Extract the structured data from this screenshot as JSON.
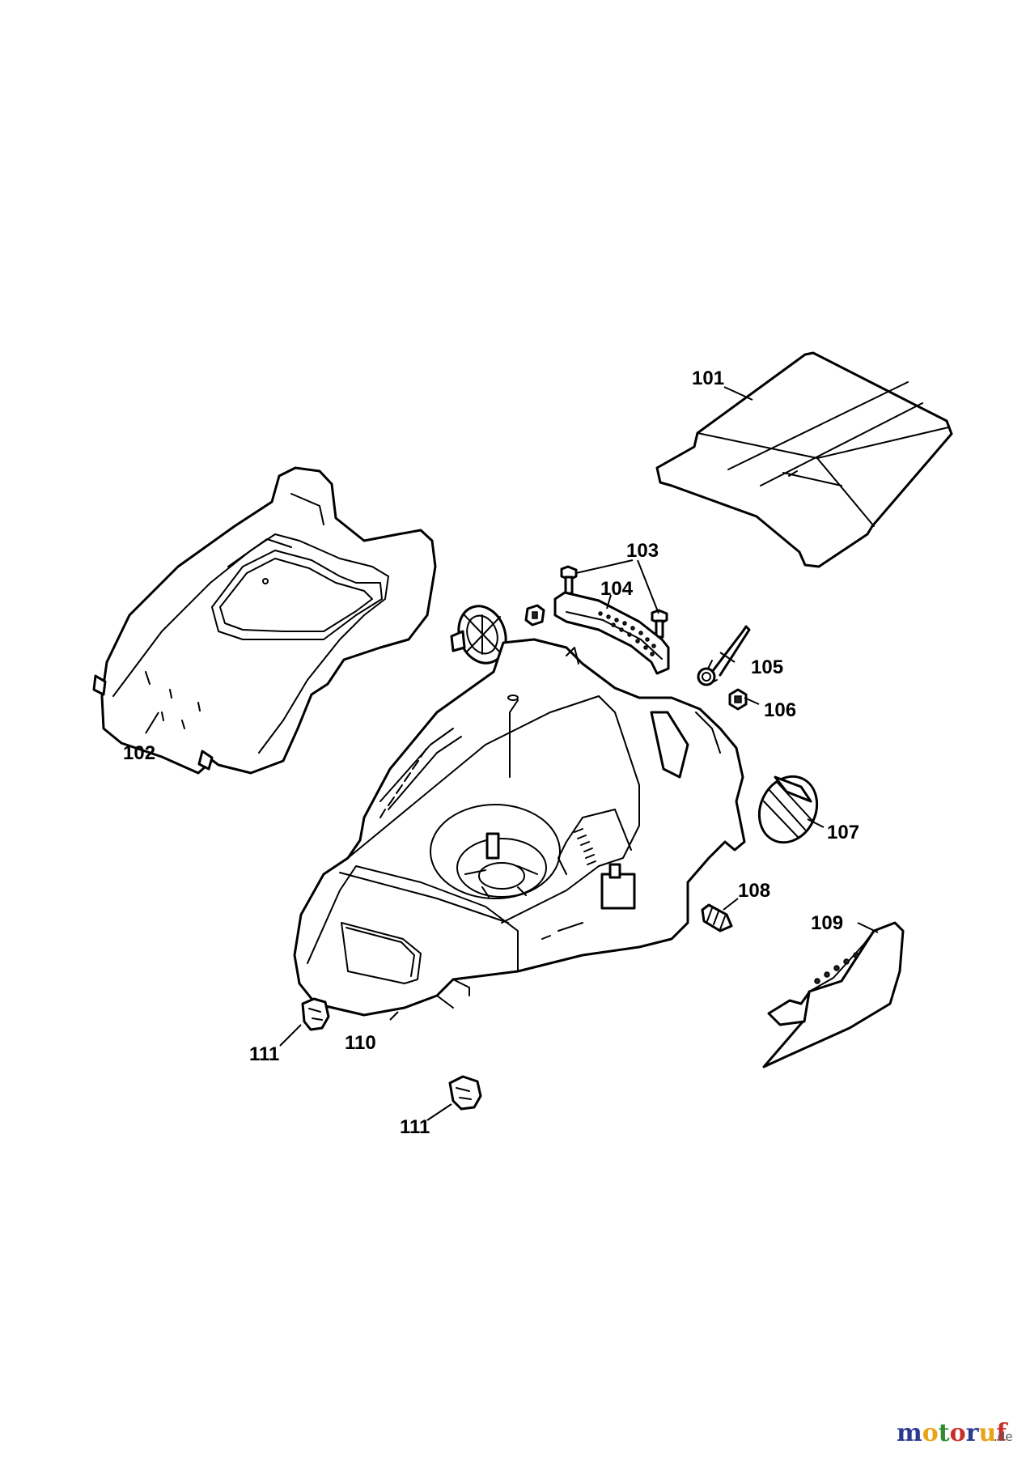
{
  "labels": {
    "p101": "101",
    "p102": "102",
    "p103": "103",
    "p104": "104",
    "p105": "105",
    "p106": "106",
    "p107": "107",
    "p108": "108",
    "p109": "109",
    "p110": "110",
    "p111a": "111",
    "p111b": "111"
  },
  "watermark": {
    "letters": [
      "m",
      "o",
      "t",
      "o",
      "r",
      "u",
      "f"
    ],
    "suffix": ".de",
    "colors": [
      "#2b3a8f",
      "#e8a317",
      "#2e8b2e",
      "#c7302a",
      "#2b3a8f",
      "#e8a317",
      "#c7302a"
    ]
  }
}
